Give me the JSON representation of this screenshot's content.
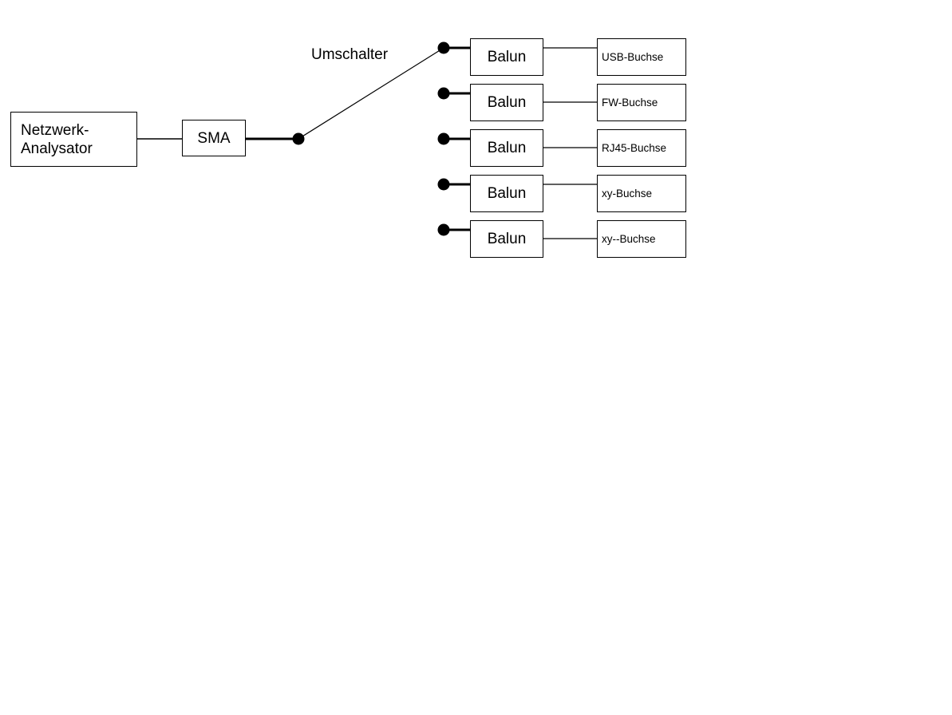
{
  "diagram": {
    "title_label": "Umschalter",
    "source": {
      "label": "Netzwerk-\nAnalysator",
      "label_line1": "Netzwerk-",
      "label_line2": "Analysator"
    },
    "connector": {
      "label": "SMA"
    },
    "switch": {
      "label": "Umschalter",
      "pivot_name": "switch-pivot-dot",
      "active_contact_index": 0,
      "contacts": 5
    },
    "branches": [
      {
        "balun_label": "Balun",
        "socket_label": "USB-Buchse"
      },
      {
        "balun_label": "Balun",
        "socket_label": "FW-Buchse"
      },
      {
        "balun_label": "Balun",
        "socket_label": "RJ45-Buchse"
      },
      {
        "balun_label": "Balun",
        "socket_label": "xy-Buchse"
      },
      {
        "balun_label": "Balun",
        "socket_label": "xy--Buchse"
      }
    ],
    "colors": {
      "line": "#000000",
      "box_fill": "#ffffff",
      "background": "#ffffff",
      "text": "#000000"
    }
  }
}
